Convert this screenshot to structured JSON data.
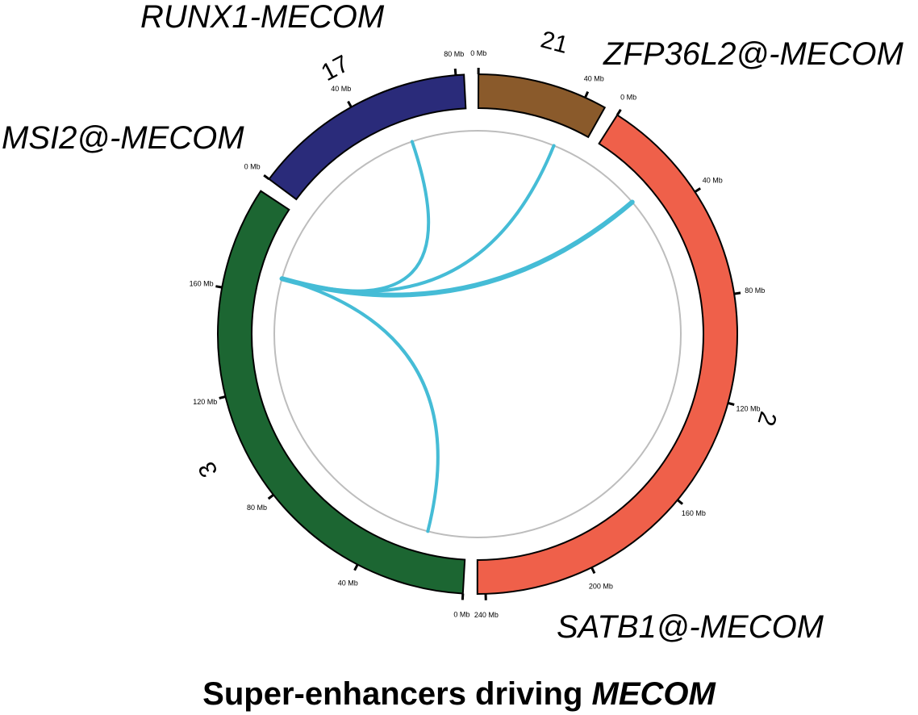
{
  "chromosomes": [
    {
      "id": "21",
      "label": "21",
      "length_mb": 48,
      "color": "#8a5a2b",
      "ticks": [
        {
          "mb": 0,
          "label": "0 Mb"
        },
        {
          "mb": 40,
          "label": "40 Mb"
        }
      ]
    },
    {
      "id": "2",
      "label": "2",
      "length_mb": 243,
      "color": "#ef604a",
      "ticks": [
        {
          "mb": 0,
          "label": "0 Mb"
        },
        {
          "mb": 40,
          "label": "40 Mb"
        },
        {
          "mb": 80,
          "label": "80 Mb"
        },
        {
          "mb": 120,
          "label": "120 Mb"
        },
        {
          "mb": 160,
          "label": "160 Mb"
        },
        {
          "mb": 200,
          "label": "200 Mb"
        },
        {
          "mb": 240,
          "label": "240 Mb"
        }
      ]
    },
    {
      "id": "3",
      "label": "3",
      "length_mb": 198,
      "color": "#1c6632",
      "ticks": [
        {
          "mb": 0,
          "label": "0 Mb"
        },
        {
          "mb": 40,
          "label": "40 Mb"
        },
        {
          "mb": 80,
          "label": "80 Mb"
        },
        {
          "mb": 120,
          "label": "120 Mb"
        },
        {
          "mb": 160,
          "label": "160 Mb"
        }
      ]
    },
    {
      "id": "17",
      "label": "17",
      "length_mb": 83,
      "color": "#2a2b7a",
      "ticks": [
        {
          "mb": 0,
          "label": "0 Mb"
        },
        {
          "mb": 40,
          "label": "40 Mb"
        },
        {
          "mb": 80,
          "label": "80 Mb"
        }
      ]
    }
  ],
  "links": [
    {
      "from": {
        "chr": "3",
        "mb": 169
      },
      "to": {
        "chr": "21",
        "mb": 36
      },
      "width": 4
    },
    {
      "from": {
        "chr": "3",
        "mb": 169
      },
      "to": {
        "chr": "2",
        "mb": 28
      },
      "width": 6
    },
    {
      "from": {
        "chr": "3",
        "mb": 169
      },
      "to": {
        "chr": "17",
        "mb": 57
      },
      "width": 4
    },
    {
      "from": {
        "chr": "3",
        "mb": 169
      },
      "to": {
        "chr": "3",
        "mb": 18
      },
      "width": 4
    }
  ],
  "link_color": "#45bcd6",
  "fusion_labels": {
    "runx1": "RUNX1-MECOM",
    "zfp36l2": "ZFP36L2@-MECOM",
    "msi2": "MSI2@-MECOM",
    "satb1": "SATB1@-MECOM"
  },
  "caption": {
    "prefix": "Super-enhancers driving ",
    "gene": "MECOM"
  }
}
